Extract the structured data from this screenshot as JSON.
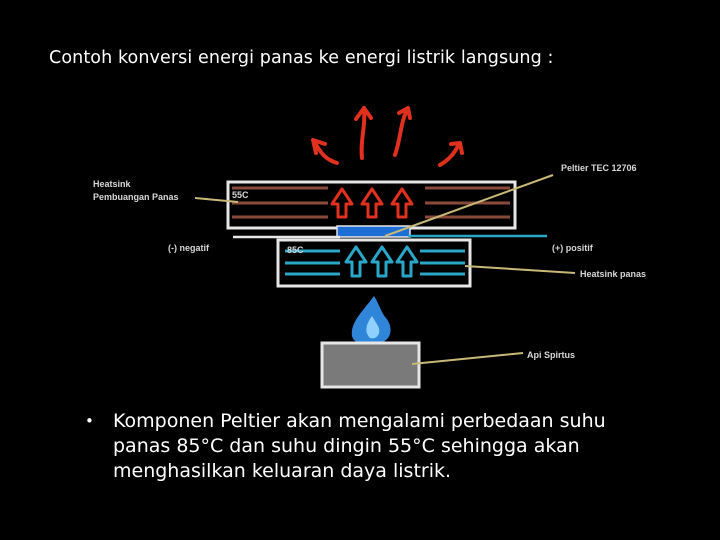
{
  "slide": {
    "title": "Contoh konversi energi panas ke energi listrik langsung :",
    "bullet": "Komponen Peltier akan mengalami perbedaan suhu panas 85°C dan suhu dingin 55°C sehingga akan menghasilkan keluaran daya listrik."
  },
  "diagram": {
    "labels": {
      "heatsink_line1": "Heatsink",
      "heatsink_line2": "Pembuangan Panas",
      "peltier": "Peltier TEC 12706",
      "temp_cold": "55C",
      "temp_hot": "85C",
      "negative": "(-) negatif",
      "positive": "(+) positif",
      "heatsink_hot": "Heatsink panas",
      "burner": "Api Spirtus"
    },
    "colors": {
      "background": "#000000",
      "label_text": "#d8d8d8",
      "leader_line": "#c8b878",
      "heat_red": "#e0301e",
      "flow_blue": "#2aa6c8",
      "peltier_blue": "#1d6fd6",
      "flame_blue": "#2f86d8",
      "heatsink_fin": "#8a4a3a",
      "burner_gray": "#7a7a7a"
    }
  }
}
